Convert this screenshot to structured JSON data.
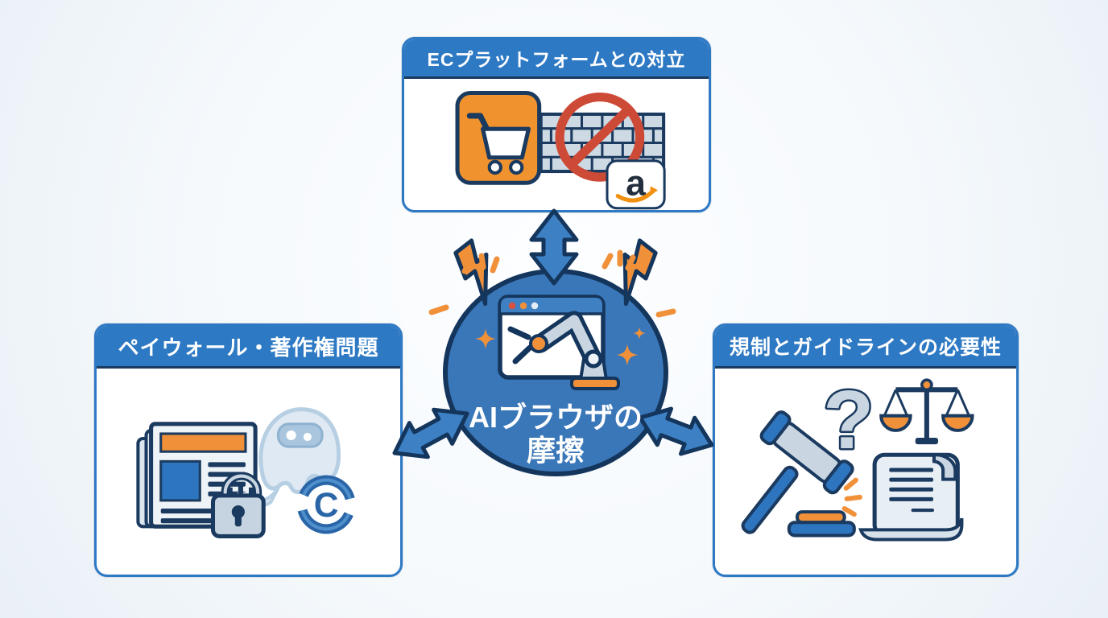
{
  "cards": {
    "top": {
      "title": "ECプラットフォームとの対立"
    },
    "left": {
      "title": "ペイウォール・著作権問題"
    },
    "right": {
      "title": "規制とガイドラインの必要性"
    }
  },
  "center": {
    "line1": "AIブラウザの",
    "line2": "摩擦"
  },
  "glyphs": {
    "amazon": "a",
    "copyright": "C",
    "question": "?"
  },
  "icons": {
    "top": [
      "shopping-cart-icon",
      "brick-wall-icon",
      "prohibition-icon",
      "amazon-logo"
    ],
    "left": [
      "newspaper-icon",
      "ghost-ai-icon",
      "padlock-icon",
      "copyright-icon"
    ],
    "right": [
      "question-mark-icon",
      "scales-icon",
      "gavel-icon",
      "scroll-icon"
    ],
    "center": [
      "browser-window-icon",
      "robot-arm-icon",
      "lightning-icon",
      "sparkle-icon",
      "double-arrow-icon"
    ]
  },
  "colors": {
    "box_blue": "#2e79c4",
    "navy": "#1b3a5f",
    "circle_blue": "#3a77b8",
    "arrow_blue": "#3d80c4",
    "orange": "#f0913a",
    "red": "#cd4a36",
    "icon_gray": "#c9d6e2",
    "ghost_blue": "#dfe9f3",
    "white": "#ffffff"
  }
}
